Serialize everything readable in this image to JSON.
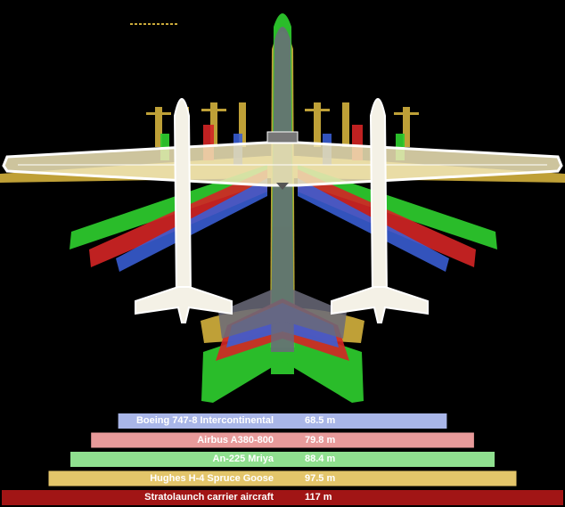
{
  "aircraft": [
    {
      "name": "Boeing 747-8 Intercontinental",
      "length": "68.5 m",
      "color": "#a9b6e8",
      "value": 68.5
    },
    {
      "name": "Airbus A380-800",
      "length": "79.8 m",
      "color": "#e89a9a",
      "value": 79.8
    },
    {
      "name": "An-225 Mriya",
      "length": "88.4 m",
      "color": "#8fe08f",
      "value": 88.4
    },
    {
      "name": "Hughes H-4 Spruce Goose",
      "length": "97.5 m",
      "color": "#e3c56a",
      "value": 97.5
    },
    {
      "name": "Stratolaunch carrier aircraft",
      "length": "117 m",
      "color": "#a11515",
      "value": 117
    }
  ],
  "silhouettes": {
    "goose": "#c9a93a",
    "mriya": "#2ecc2e",
    "a380": "#d42525",
    "b747": "#3a5fd6",
    "stratolaunch_outline": "#ffffff",
    "stratolaunch_fill": "#f1e6b8",
    "fuselage": "#6a6a7a"
  }
}
